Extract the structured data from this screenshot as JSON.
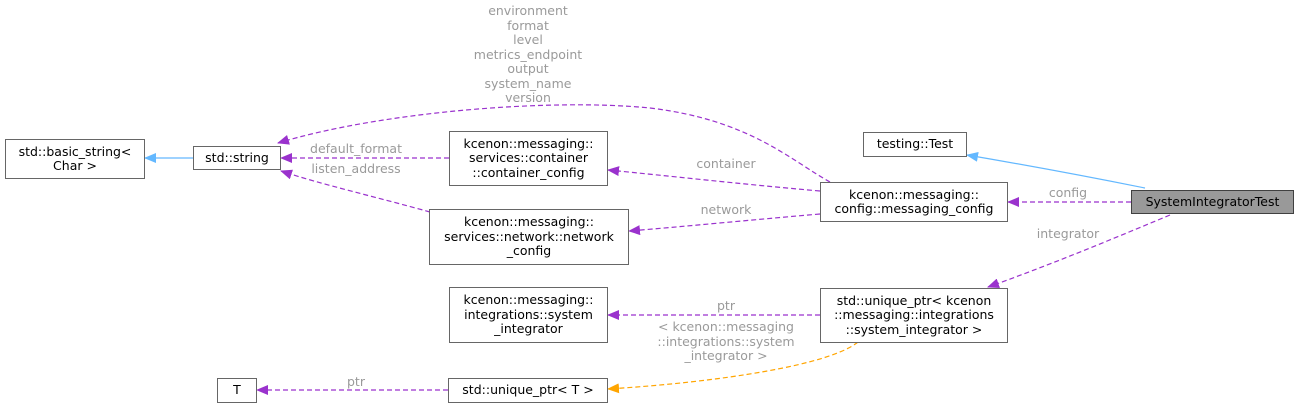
{
  "nodes": {
    "basic_string": "std::basic_string<\nChar >",
    "std_string": "std::string",
    "container_config": "kcenon::messaging::\nservices::container\n::container_config",
    "network_config": "kcenon::messaging::\nservices::network::network\n_config",
    "system_integrator": "kcenon::messaging::\nintegrations::system\n_integrator",
    "T": "T",
    "unique_ptr_T": "std::unique_ptr< T >",
    "testing_test": "testing::Test",
    "messaging_config": "kcenon::messaging::\nconfig::messaging_config",
    "unique_ptr_integrator": "std::unique_ptr< kcenon\n::messaging::integrations\n::system_integrator >",
    "system_integrator_test": "SystemIntegratorTest"
  },
  "edge_labels": {
    "string_members": "environment\nformat\nlevel\nmetrics_endpoint\noutput\nsystem_name\nversion",
    "default_format": "default_format",
    "listen_address": "listen_address",
    "container": "container",
    "network": "network",
    "config": "config",
    "integrator": "integrator",
    "ptr_integrator": "ptr",
    "template_args": "< kcenon::messaging\n::integrations::system\n_integrator >",
    "ptr_T": "ptr"
  },
  "colors": {
    "inheritance": "#63b8ff",
    "usage": "#9a32cd",
    "template": "#ffa500",
    "label": "#9a9a9a"
  }
}
